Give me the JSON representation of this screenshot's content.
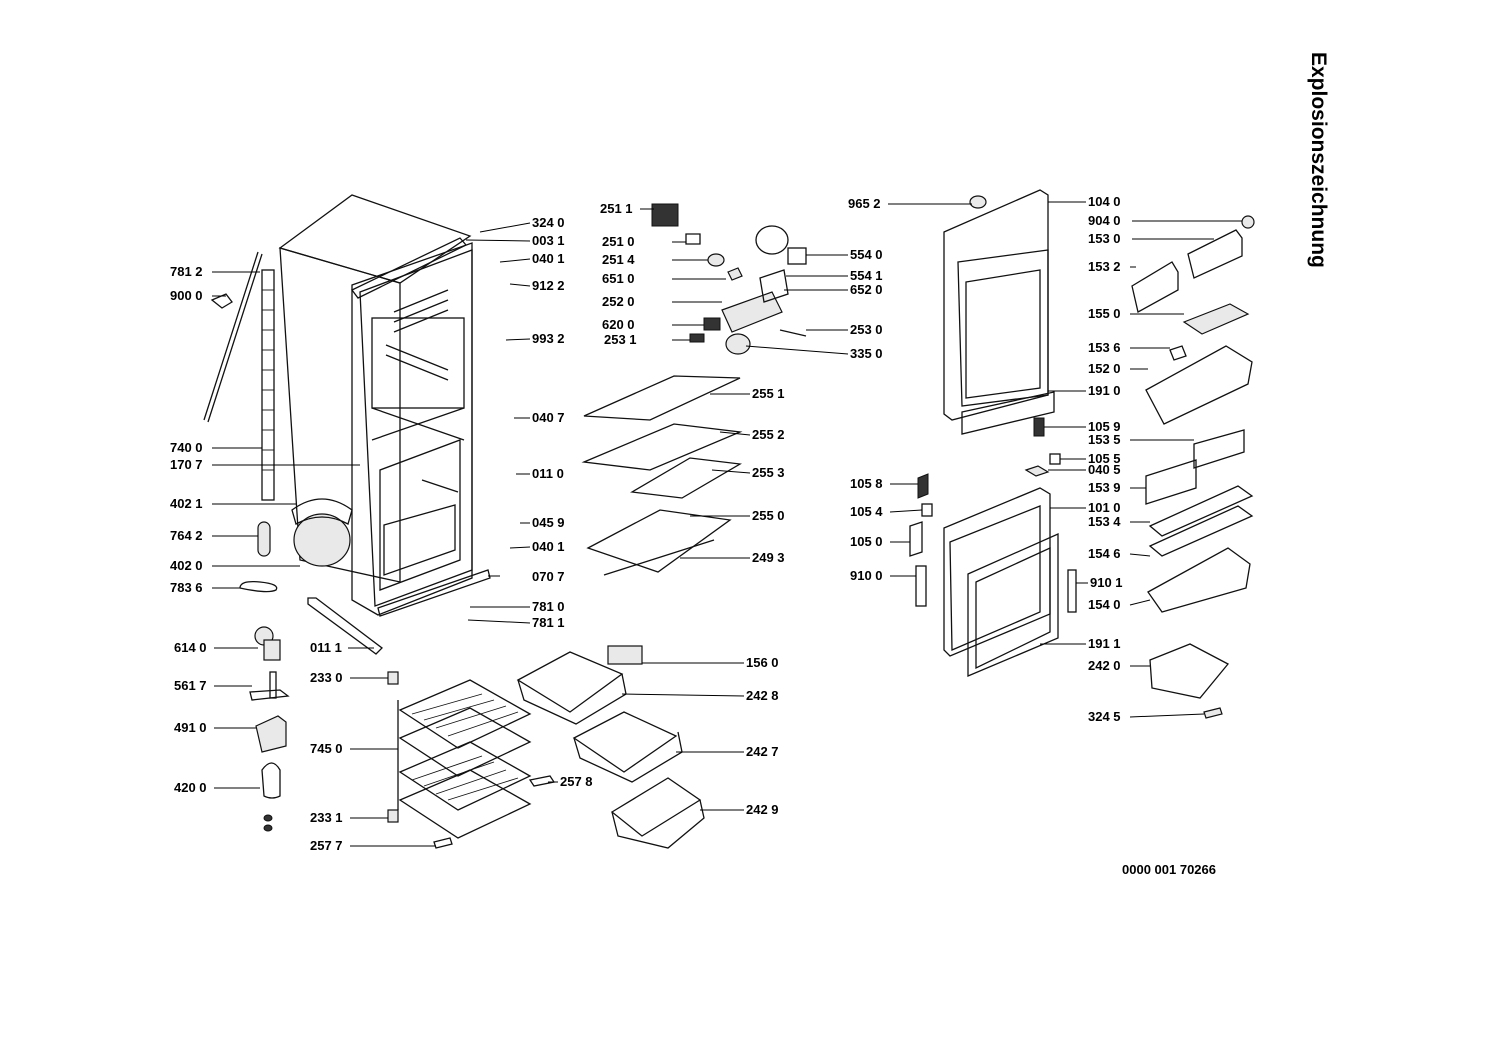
{
  "title": "Explosionszeichnung",
  "document_number": "0000 001 70266",
  "callouts": [
    {
      "label": "781 2"
    },
    {
      "label": "900 0"
    },
    {
      "label": "740 0"
    },
    {
      "label": "170 7"
    },
    {
      "label": "402 1"
    },
    {
      "label": "764 2"
    },
    {
      "label": "402 0"
    },
    {
      "label": "783 6"
    },
    {
      "label": "011 1"
    },
    {
      "label": "614 0"
    },
    {
      "label": "561 7"
    },
    {
      "label": "491 0"
    },
    {
      "label": "420 0"
    },
    {
      "label": "233 0"
    },
    {
      "label": "745 0"
    },
    {
      "label": "233 1"
    },
    {
      "label": "257 7"
    },
    {
      "label": "324 0"
    },
    {
      "label": "003 1"
    },
    {
      "label": "040 1"
    },
    {
      "label": "912 2"
    },
    {
      "label": "993 2"
    },
    {
      "label": "040 7"
    },
    {
      "label": "011 0"
    },
    {
      "label": "045 9"
    },
    {
      "label": "040 1"
    },
    {
      "label": "070 7"
    },
    {
      "label": "781 0"
    },
    {
      "label": "781 1"
    },
    {
      "label": "251 1"
    },
    {
      "label": "251 0"
    },
    {
      "label": "251 4"
    },
    {
      "label": "651 0"
    },
    {
      "label": "252 0"
    },
    {
      "label": "620 0"
    },
    {
      "label": "253 1"
    },
    {
      "label": "554 0"
    },
    {
      "label": "554 1"
    },
    {
      "label": "652 0"
    },
    {
      "label": "253 0"
    },
    {
      "label": "335 0"
    },
    {
      "label": "255 1"
    },
    {
      "label": "255 2"
    },
    {
      "label": "255 3"
    },
    {
      "label": "255 0"
    },
    {
      "label": "249 3"
    },
    {
      "label": "156 0"
    },
    {
      "label": "242 8"
    },
    {
      "label": "242 7"
    },
    {
      "label": "257 8"
    },
    {
      "label": "242 9"
    },
    {
      "label": "965 2"
    },
    {
      "label": "104 0"
    },
    {
      "label": "904 0"
    },
    {
      "label": "153 0"
    },
    {
      "label": "153 2"
    },
    {
      "label": "155 0"
    },
    {
      "label": "153 6"
    },
    {
      "label": "152 0"
    },
    {
      "label": "191 0"
    },
    {
      "label": "105 9"
    },
    {
      "label": "153 5"
    },
    {
      "label": "105 5"
    },
    {
      "label": "040 5"
    },
    {
      "label": "105 8"
    },
    {
      "label": "153 9"
    },
    {
      "label": "105 4"
    },
    {
      "label": "101 0"
    },
    {
      "label": "153 4"
    },
    {
      "label": "105 0"
    },
    {
      "label": "154 6"
    },
    {
      "label": "910 0"
    },
    {
      "label": "910 1"
    },
    {
      "label": "154 0"
    },
    {
      "label": "191 1"
    },
    {
      "label": "242 0"
    },
    {
      "label": "324 5"
    }
  ]
}
